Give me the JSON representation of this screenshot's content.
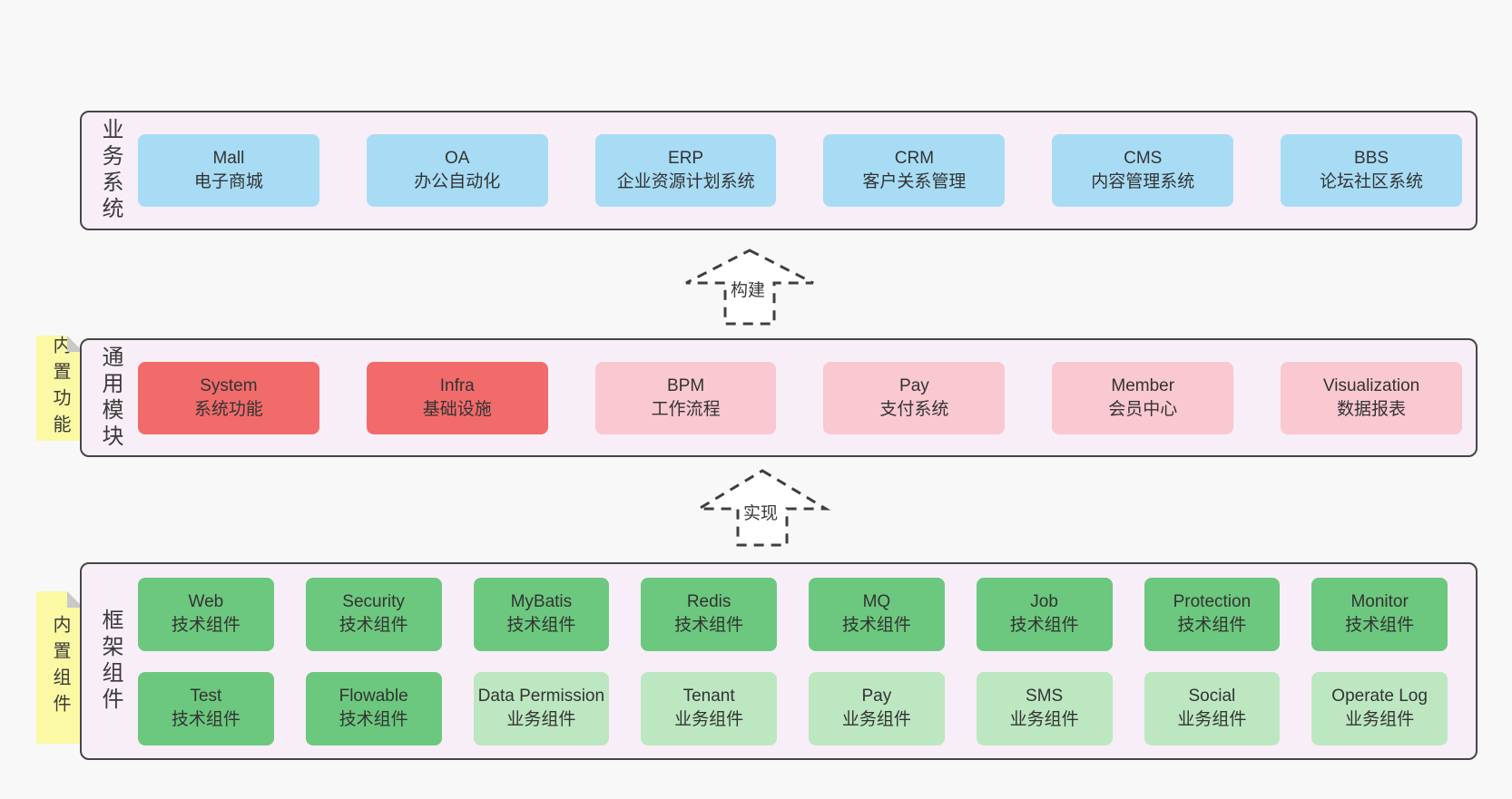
{
  "palette": {
    "container-bg": "#f8eef7",
    "container-border": "#454545",
    "blue": "#a8dcf5",
    "red": "#f16b6b",
    "pink": "#f9c8d0",
    "green-dark": "#6cc87e",
    "green-light": "#bce7c1",
    "sticky": "#fbf9a3",
    "fold": "#c9c9c9"
  },
  "arrows": [
    {
      "label": "构建"
    },
    {
      "label": "实现"
    }
  ],
  "stickies": [
    {
      "label": "内置功能"
    },
    {
      "label": "内置组件"
    }
  ],
  "layers": [
    {
      "label": "业务系统",
      "rows": [
        [
          {
            "en": "Mall",
            "zh": "电子商城",
            "variant": "blue"
          },
          {
            "en": "OA",
            "zh": "办公自动化",
            "variant": "blue"
          },
          {
            "en": "ERP",
            "zh": "企业资源计划系统",
            "variant": "blue"
          },
          {
            "en": "CRM",
            "zh": "客户关系管理",
            "variant": "blue"
          },
          {
            "en": "CMS",
            "zh": "内容管理系统",
            "variant": "blue"
          },
          {
            "en": "BBS",
            "zh": "论坛社区系统",
            "variant": "blue"
          }
        ]
      ]
    },
    {
      "label": "通用模块",
      "rows": [
        [
          {
            "en": "System",
            "zh": "系统功能",
            "variant": "red"
          },
          {
            "en": "Infra",
            "zh": "基础设施",
            "variant": "red"
          },
          {
            "en": "BPM",
            "zh": "工作流程",
            "variant": "pink"
          },
          {
            "en": "Pay",
            "zh": "支付系统",
            "variant": "pink"
          },
          {
            "en": "Member",
            "zh": "会员中心",
            "variant": "pink"
          },
          {
            "en": "Visualization",
            "zh": "数据报表",
            "variant": "pink"
          }
        ]
      ]
    },
    {
      "label": "框架组件",
      "rows": [
        [
          {
            "en": "Web",
            "zh": "技术组件",
            "variant": "green"
          },
          {
            "en": "Security",
            "zh": "技术组件",
            "variant": "green"
          },
          {
            "en": "MyBatis",
            "zh": "技术组件",
            "variant": "green"
          },
          {
            "en": "Redis",
            "zh": "技术组件",
            "variant": "green"
          },
          {
            "en": "MQ",
            "zh": "技术组件",
            "variant": "green"
          },
          {
            "en": "Job",
            "zh": "技术组件",
            "variant": "green"
          },
          {
            "en": "Protection",
            "zh": "技术组件",
            "variant": "green"
          },
          {
            "en": "Monitor",
            "zh": "技术组件",
            "variant": "green"
          }
        ],
        [
          {
            "en": "Test",
            "zh": "技术组件",
            "variant": "green"
          },
          {
            "en": "Flowable",
            "zh": "技术组件",
            "variant": "green"
          },
          {
            "en": "Data Permission",
            "zh": "业务组件",
            "variant": "green-light"
          },
          {
            "en": "Tenant",
            "zh": "业务组件",
            "variant": "green-light"
          },
          {
            "en": "Pay",
            "zh": "业务组件",
            "variant": "green-light"
          },
          {
            "en": "SMS",
            "zh": "业务组件",
            "variant": "green-light"
          },
          {
            "en": "Social",
            "zh": "业务组件",
            "variant": "green-light"
          },
          {
            "en": "Operate Log",
            "zh": "业务组件",
            "variant": "green-light"
          }
        ]
      ]
    }
  ]
}
